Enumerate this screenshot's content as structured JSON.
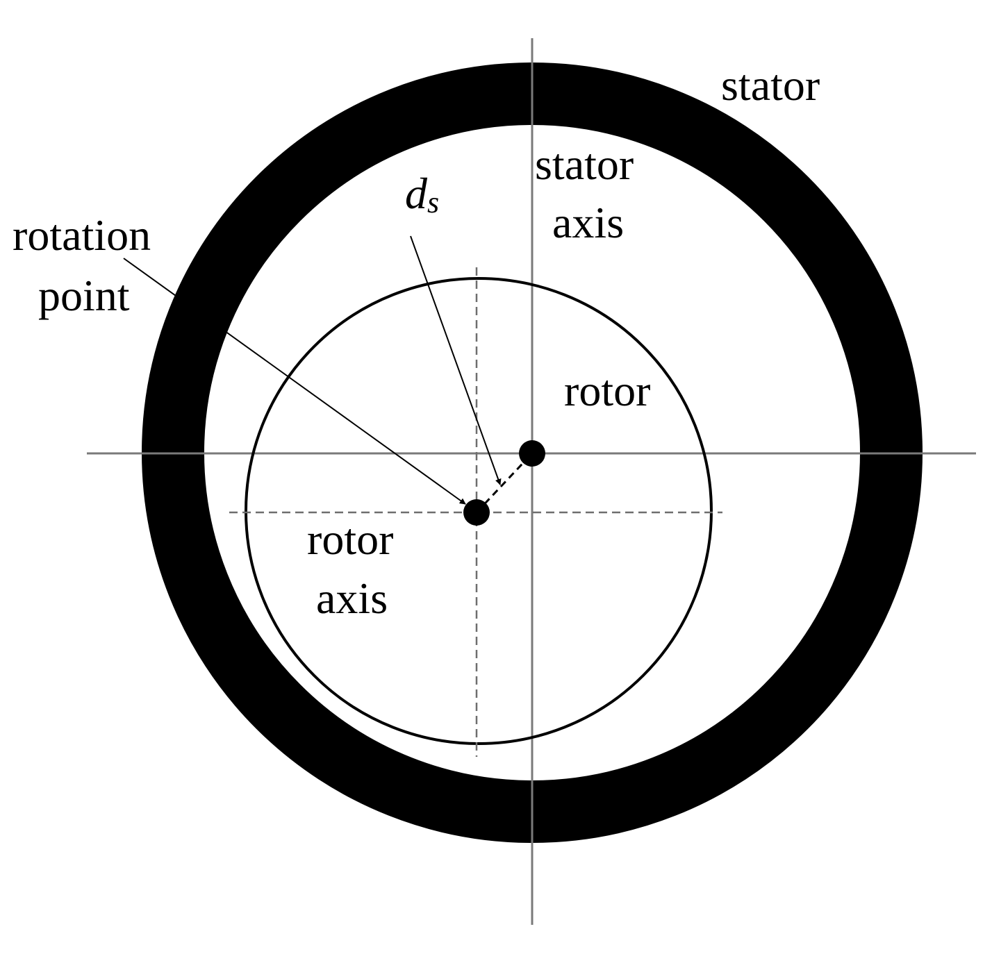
{
  "labels": {
    "stator": "stator",
    "stator_axis_line1": "stator",
    "stator_axis_line2": "axis",
    "ds_main": "d",
    "ds_sub": "s",
    "rotation_point_line1": "rotation",
    "rotation_point_line2": "point",
    "rotor": "rotor",
    "rotor_axis_line1": "rotor",
    "rotor_axis_line2": "axis"
  }
}
